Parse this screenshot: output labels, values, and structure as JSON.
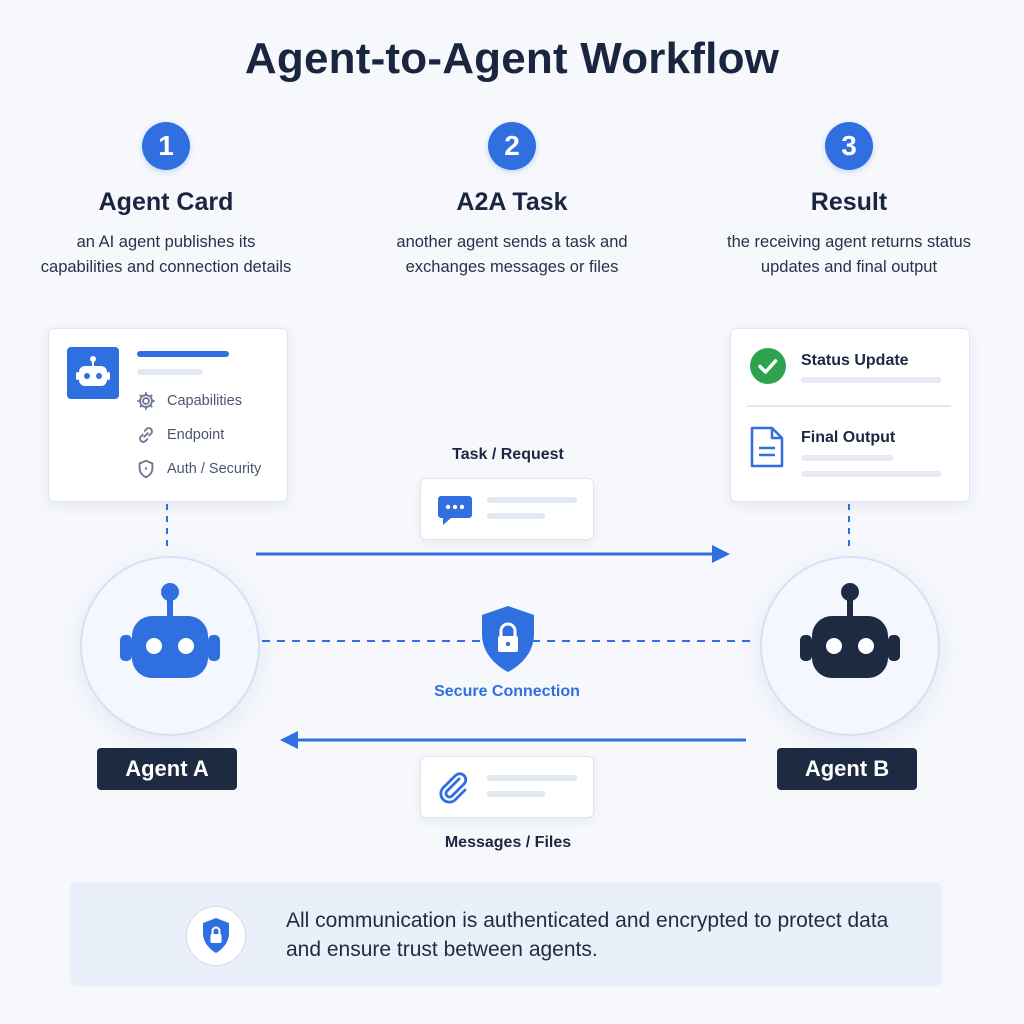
{
  "title": "Agent-to-Agent Workflow",
  "steps": [
    {
      "number": "1",
      "title": "Agent Card",
      "description": "an AI agent publishes its capabilities and connection details"
    },
    {
      "number": "2",
      "title": "A2A Task",
      "description": "another agent sends a task and exchanges messages or files"
    },
    {
      "number": "3",
      "title": "Result",
      "description": "the receiving agent returns status updates and final output"
    }
  ],
  "agent_card": {
    "items": [
      {
        "label": "Capabilities",
        "icon": "gear-icon"
      },
      {
        "label": "Endpoint",
        "icon": "link-icon"
      },
      {
        "label": "Auth / Security",
        "icon": "shield-icon"
      }
    ]
  },
  "result_card": {
    "status_label": "Status Update",
    "output_label": "Final Output"
  },
  "flows": {
    "request_label": "Task / Request",
    "secure_label": "Secure Connection",
    "response_label": "Messages / Files"
  },
  "agents": {
    "a_label": "Agent A",
    "b_label": "Agent B"
  },
  "footer": {
    "text": "All communication is authenticated and encrypted to protect data and ensure trust between agents."
  },
  "colors": {
    "accent": "#2f6fe0",
    "dark": "#1d2a42",
    "success": "#2ea24f",
    "background": "#f6f8fc"
  }
}
